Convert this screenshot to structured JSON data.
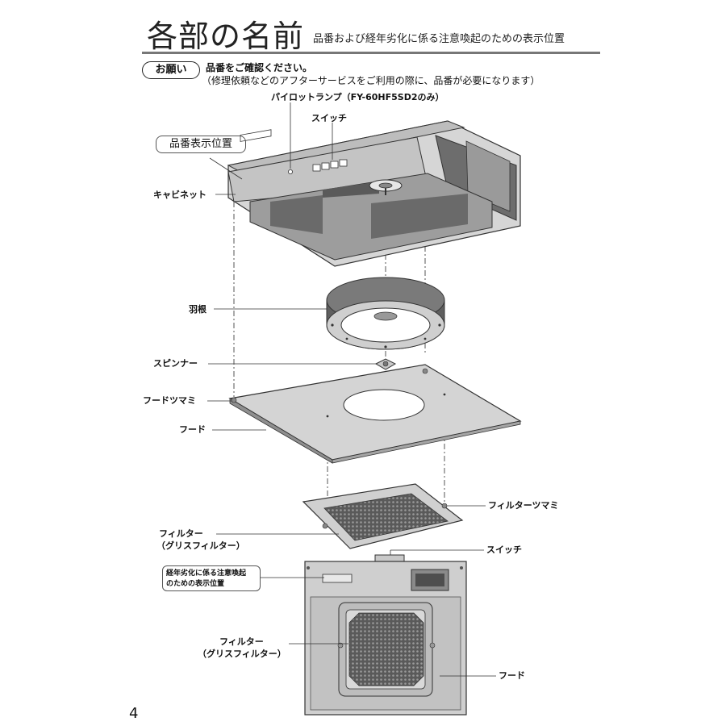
{
  "header": {
    "title": "各部の名前",
    "subtitle": "品番および経年劣化に係る注意喚起のための表示位置"
  },
  "request": {
    "badge": "お願い",
    "line1": "品番をご確認ください。",
    "line2": "（修理依頼などのアフターサービスをご利用の際に、品番が必要になります）"
  },
  "labels": {
    "pilot_lamp": "パイロットランプ（FY-60HF5SD2のみ）",
    "switch_top": "スイッチ",
    "model_position": "品番表示位置",
    "cabinet": "キャビネット",
    "fan": "羽根",
    "spinner": "スピンナー",
    "hood_knob": "フードツマミ",
    "hood": "フード",
    "filter_knob": "フィルターツマミ",
    "filter_line1": "フィルター",
    "filter_line2": "（グリスフィルター）",
    "switch_bottom": "スイッチ",
    "aging_line1": "経年劣化に係る注意喚起",
    "aging_line2": "のための表示位置",
    "filter2_line1": "フィルター",
    "filter2_line2": "（グリスフィルター）",
    "hood_bottom": "フード"
  },
  "page_number": "4"
}
